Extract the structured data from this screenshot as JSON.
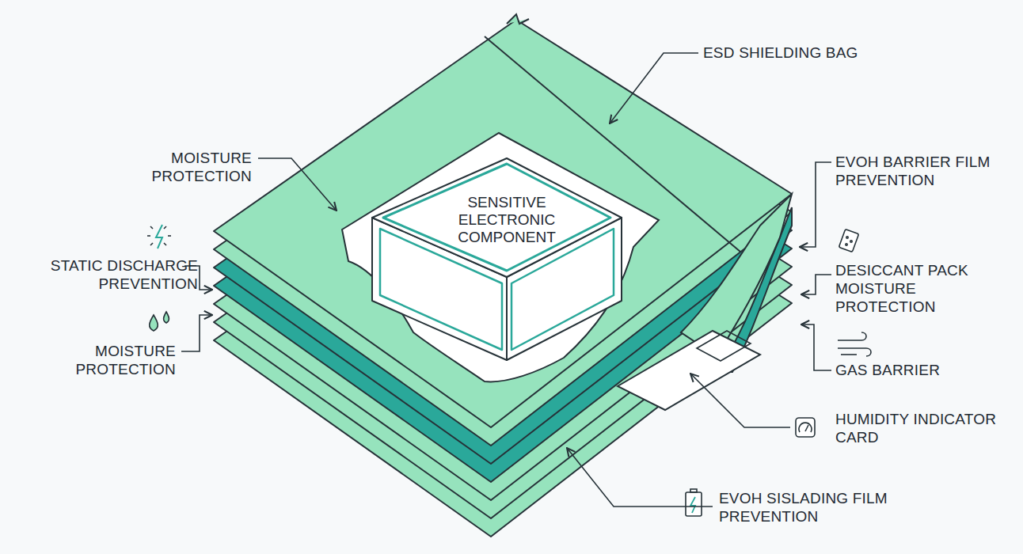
{
  "diagram": {
    "nodes": [
      {
        "text": [
          "SENSITIVE ELECTRONIC COMPONENT"
        ]
      }
    ],
    "labels": [
      "ESD SHIELDING BAG",
      "MOISTURE PROTECTION",
      "EVOH BARRIER FILM PREVENTION",
      "STATIC DISCHARGE PREVENTION",
      "DESICCANT PACK MOISTURE PROTECTION",
      "MOISTURE PROTECTION",
      "GAS BARRIER",
      "HUMIDITY INDICATOR CARD",
      "EVOH SISLADING FILM PREVENTION"
    ]
  }
}
